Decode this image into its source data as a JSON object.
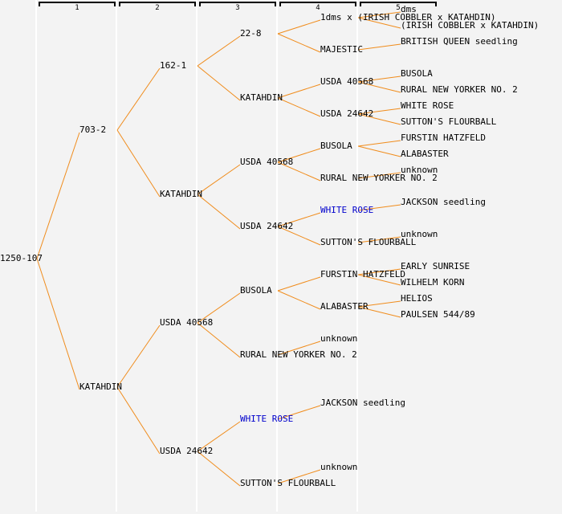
{
  "generation_headers": [
    "1",
    "2",
    "3",
    "4",
    "5"
  ],
  "colors": {
    "edge": "#f08c1c",
    "link_text": "#0000cc",
    "text": "#000000",
    "background": "#f3f3f3",
    "separator": "#ffffff"
  },
  "pedigree": {
    "label": "1250-107",
    "parents": [
      {
        "label": "703-2",
        "parents": [
          {
            "label": "162-1",
            "parents": [
              {
                "label": "22-8",
                "parents": [
                  {
                    "label": "1dms x (IRISH COBBLER x KATAHDIN)",
                    "parents": [
                      {
                        "label": "dms"
                      },
                      {
                        "label": "(IRISH COBBLER x KATAHDIN)"
                      }
                    ]
                  },
                  {
                    "label": "MAJESTIC",
                    "parents": [
                      {
                        "label": "BRITISH QUEEN seedling"
                      }
                    ]
                  }
                ]
              },
              {
                "label": "KATAHDIN",
                "parents": [
                  {
                    "label": "USDA 40568",
                    "parents": [
                      {
                        "label": "BUSOLA"
                      },
                      {
                        "label": "RURAL NEW YORKER NO. 2"
                      }
                    ]
                  },
                  {
                    "label": "USDA 24642",
                    "parents": [
                      {
                        "label": "WHITE ROSE"
                      },
                      {
                        "label": "SUTTON'S FLOURBALL"
                      }
                    ]
                  }
                ]
              }
            ]
          },
          {
            "label": "KATAHDIN",
            "parents": [
              {
                "label": "USDA 40568",
                "parents": [
                  {
                    "label": "BUSOLA",
                    "parents": [
                      {
                        "label": "FURSTIN HATZFELD"
                      },
                      {
                        "label": "ALABASTER"
                      }
                    ]
                  },
                  {
                    "label": "RURAL NEW YORKER NO. 2",
                    "parents": [
                      {
                        "label": "unknown"
                      }
                    ]
                  }
                ]
              },
              {
                "label": "USDA 24642",
                "parents": [
                  {
                    "label": "WHITE ROSE",
                    "link": true,
                    "parents": [
                      {
                        "label": "JACKSON seedling"
                      }
                    ]
                  },
                  {
                    "label": "SUTTON'S FLOURBALL",
                    "parents": [
                      {
                        "label": "unknown"
                      }
                    ]
                  }
                ]
              }
            ]
          }
        ]
      },
      {
        "label": "KATAHDIN",
        "parents": [
          {
            "label": "USDA 40568",
            "parents": [
              {
                "label": "BUSOLA",
                "parents": [
                  {
                    "label": "FURSTIN HATZFELD",
                    "parents": [
                      {
                        "label": "EARLY SUNRISE"
                      },
                      {
                        "label": "WILHELM KORN"
                      }
                    ]
                  },
                  {
                    "label": "ALABASTER",
                    "parents": [
                      {
                        "label": "HELIOS"
                      },
                      {
                        "label": "PAULSEN 544/89"
                      }
                    ]
                  }
                ]
              },
              {
                "label": "RURAL NEW YORKER NO. 2",
                "parents": [
                  {
                    "label": "unknown"
                  }
                ]
              }
            ]
          },
          {
            "label": "USDA 24642",
            "parents": [
              {
                "label": "WHITE ROSE",
                "link": true,
                "parents": [
                  {
                    "label": "JACKSON seedling"
                  }
                ]
              },
              {
                "label": "SUTTON'S FLOURBALL",
                "parents": [
                  {
                    "label": "unknown"
                  }
                ]
              }
            ]
          }
        ]
      }
    ]
  }
}
